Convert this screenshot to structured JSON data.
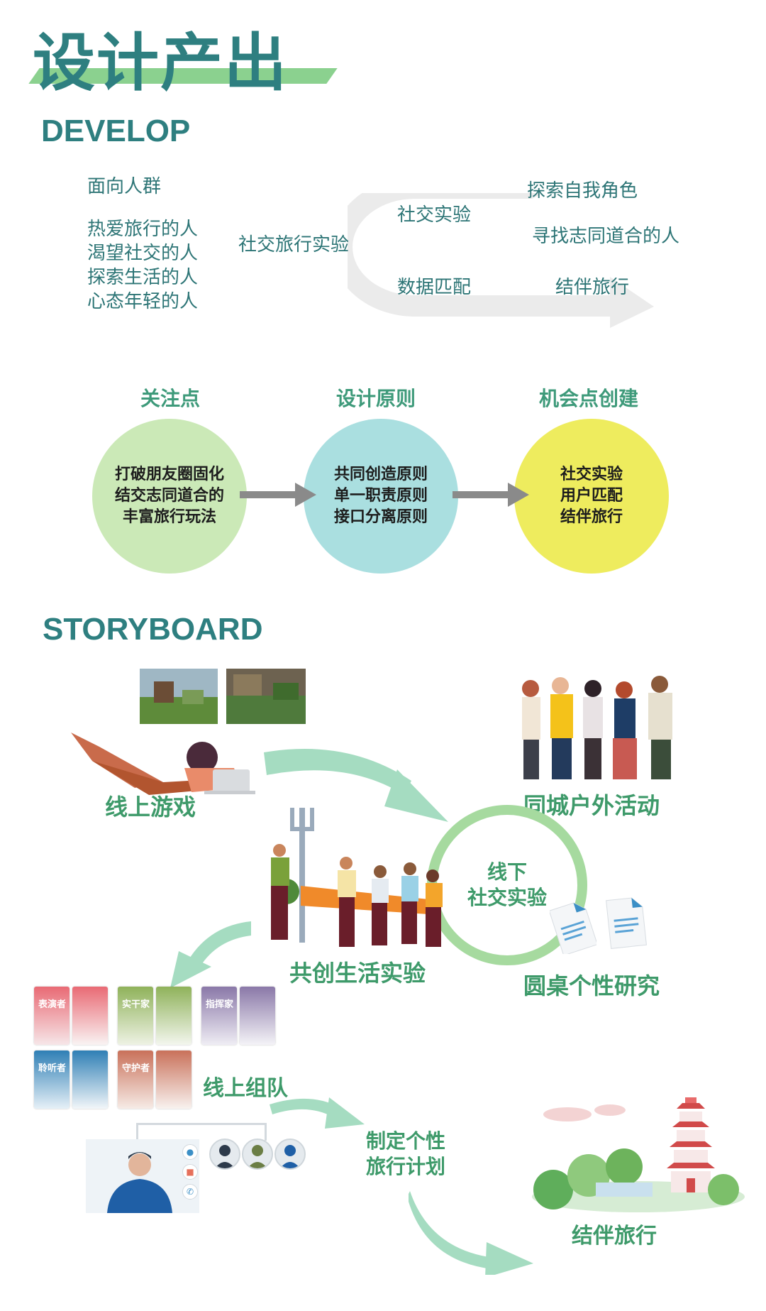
{
  "title": "设计产出",
  "develop": {
    "heading": "DEVELOP",
    "audience_title": "面向人群",
    "audience": [
      "热爱旅行的人",
      "渴望社交的人",
      "探索生活的人",
      "心态年轻的人"
    ],
    "center_label": "社交旅行实验",
    "flow": {
      "upper": "社交实验",
      "lower": "数据匹配",
      "right_top": "探索自我角色",
      "right_mid": "寻找志同道合的人",
      "right_bottom": "结伴旅行"
    },
    "columns": [
      {
        "header": "关注点",
        "lines": [
          "打破朋友圈固化",
          "结交志同道合的",
          "丰富旅行玩法"
        ],
        "color": "#cbe9b7"
      },
      {
        "header": "设计原则",
        "lines": [
          "共同创造原则",
          "单一职责原则",
          "接口分离原则"
        ],
        "color": "#aadfe0"
      },
      {
        "header": "机会点创建",
        "lines": [
          "社交实验",
          "用户匹配",
          "结伴旅行"
        ],
        "color": "#eeec5e"
      }
    ]
  },
  "storyboard": {
    "heading": "STORYBOARD",
    "online_game": "线上游戏",
    "city_outdoor": "同城户外活动",
    "offline_line1": "线下",
    "offline_line2": "社交实验",
    "co_create": "共创生活实验",
    "roundtable": "圆桌个性研究",
    "online_team": "线上组队",
    "plan_line1": "制定个性",
    "plan_line2": "旅行计划",
    "travel_together": "结伴旅行",
    "role_cards": [
      {
        "title": "表演者",
        "color": "#e96a74"
      },
      {
        "title": "实干家",
        "color": "#8fb25a"
      },
      {
        "title": "指挥家",
        "color": "#8a78a8"
      },
      {
        "title": "聆听者",
        "color": "#2f7fb5"
      },
      {
        "title": "守护者",
        "color": "#c9715a"
      }
    ]
  }
}
